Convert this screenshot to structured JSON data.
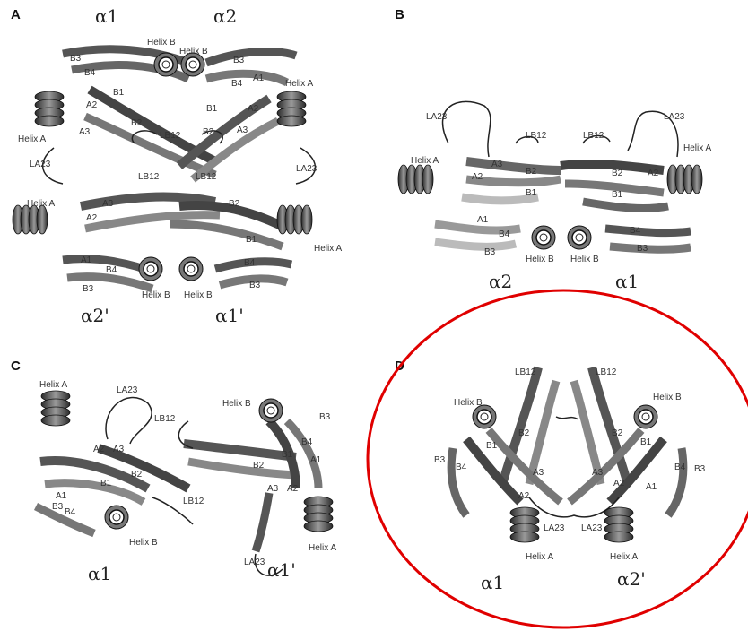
{
  "panels": [
    {
      "id": "A",
      "label": "A"
    },
    {
      "id": "B",
      "label": "B"
    },
    {
      "id": "C",
      "label": "C"
    },
    {
      "id": "D",
      "label": "D"
    }
  ],
  "labels": {
    "helix_a": "Helix A",
    "helix_b": "Helix B",
    "la23": "LA23",
    "lb12": "LB12",
    "a1": "A1",
    "a2": "A2",
    "a3": "A3",
    "b1": "B1",
    "b2": "B2",
    "b3": "B3",
    "b4": "B4",
    "alpha1": "α1",
    "alpha2": "α2",
    "alpha1p": "α1'",
    "alpha2p": "α2'"
  },
  "colors": {
    "highlight_circle": "#e00000",
    "ribbon_dark": "#3a3a3a",
    "ribbon_mid": "#8a8a8a",
    "ribbon_light": "#d0d0d0"
  }
}
